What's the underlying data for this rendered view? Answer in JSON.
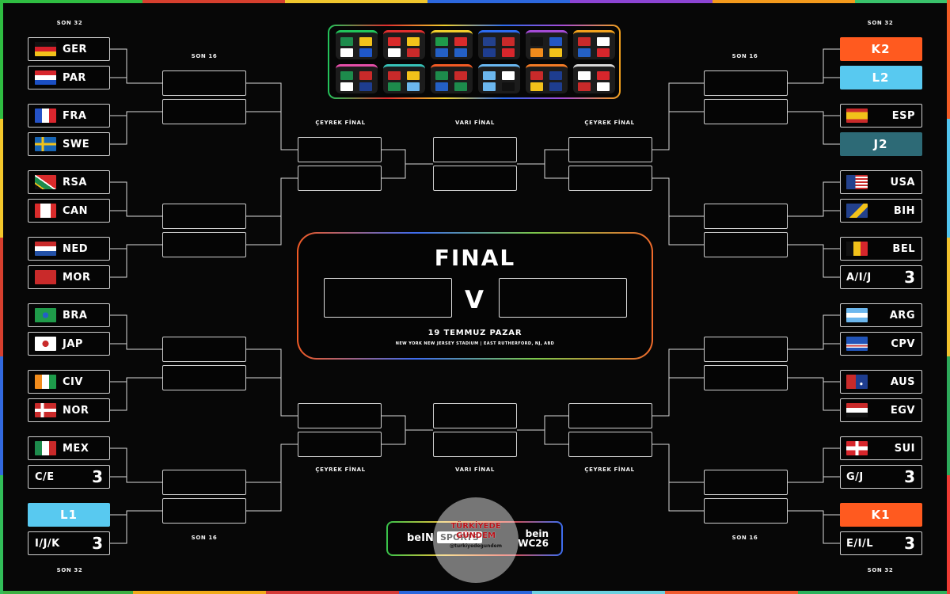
{
  "labels": {
    "son32": "SON 32",
    "son16": "SON 16",
    "ceyrek": "ÇEYREK FİNAL",
    "vari": "VARI FİNAL",
    "final": "FINAL",
    "v": "V",
    "date": "19 TEMMUZ PAZAR",
    "venue": "NEW YORK NEW JERSEY STADIUM | EAST RUTHERFORD, NJ, ABD"
  },
  "left_r32": [
    {
      "code": "GER",
      "flag": "germany-flag"
    },
    {
      "code": "PAR",
      "flag": "paraguay-flag"
    },
    {
      "code": "FRA",
      "flag": "france-flag"
    },
    {
      "code": "SWE",
      "flag": "sweden-flag"
    },
    {
      "code": "RSA",
      "flag": "south-africa-flag"
    },
    {
      "code": "CAN",
      "flag": "canada-flag"
    },
    {
      "code": "NED",
      "flag": "netherlands-flag"
    },
    {
      "code": "MOR",
      "flag": "morocco-flag"
    },
    {
      "code": "BRA",
      "flag": "brazil-flag"
    },
    {
      "code": "JAP",
      "flag": "japan-flag"
    },
    {
      "code": "CIV",
      "flag": "ivory-coast-flag"
    },
    {
      "code": "NOR",
      "flag": "norway-flag"
    },
    {
      "code": "MEX",
      "flag": "mexico-flag"
    },
    {
      "code": "C/E",
      "number": "3"
    },
    {
      "code": "L1",
      "fill": "#58c9f0"
    },
    {
      "code": "I/J/K",
      "number": "3"
    }
  ],
  "right_r32": [
    {
      "code": "K2",
      "fill": "#ff5a1f"
    },
    {
      "code": "L2",
      "fill": "#58c9f0"
    },
    {
      "code": "ESP",
      "flag": "spain-flag"
    },
    {
      "code": "J2",
      "fill": "#2d6a76"
    },
    {
      "code": "USA",
      "flag": "usa-flag"
    },
    {
      "code": "BIH",
      "flag": "bosnia-flag"
    },
    {
      "code": "BEL",
      "flag": "belgium-flag"
    },
    {
      "code": "A/I/J",
      "number": "3"
    },
    {
      "code": "ARG",
      "flag": "argentina-flag"
    },
    {
      "code": "CPV",
      "flag": "cape-verde-flag"
    },
    {
      "code": "AUS",
      "flag": "australia-flag"
    },
    {
      "code": "EGV",
      "flag": "egypt-flag"
    },
    {
      "code": "SUI",
      "flag": "switzerland-flag"
    },
    {
      "code": "G/J",
      "number": "3"
    },
    {
      "code": "K1",
      "fill": "#ff5a1f"
    },
    {
      "code": "E/I/L",
      "number": "3"
    }
  ],
  "sponsor": {
    "bein": "beIN",
    "sports": "SPORTS",
    "bein2": "bein",
    "wc": "WC26"
  },
  "watermark": {
    "line1": "TÜRKİYEDE",
    "line2": "GÜNDEM",
    "handle": "@turkiyedegundem"
  },
  "colors": {
    "bg": "#070707",
    "orange": "#ff5a1f",
    "sky": "#58c9f0",
    "teal": "#2d6a76"
  }
}
